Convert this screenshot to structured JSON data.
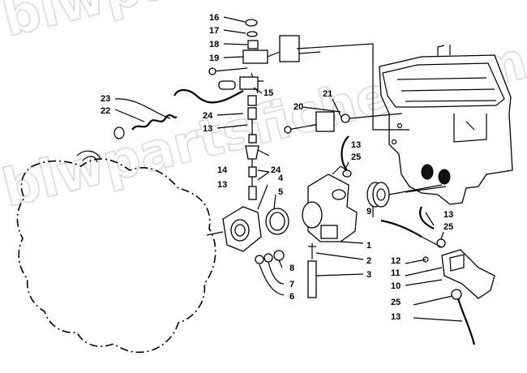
{
  "watermark": {
    "line1": "blwpartsfiche",
    "line2": "blwpartsfiche.com"
  },
  "callouts": [
    {
      "id": "c16",
      "text": "16"
    },
    {
      "id": "c17",
      "text": "17"
    },
    {
      "id": "c18",
      "text": "18"
    },
    {
      "id": "c19",
      "text": "19"
    },
    {
      "id": "c15",
      "text": "15"
    },
    {
      "id": "c21",
      "text": "21"
    },
    {
      "id": "c20",
      "text": "20"
    },
    {
      "id": "c23",
      "text": "23"
    },
    {
      "id": "c22",
      "text": "22"
    },
    {
      "id": "c24a",
      "text": "24"
    },
    {
      "id": "c13a",
      "text": "13"
    },
    {
      "id": "c13b",
      "text": "13"
    },
    {
      "id": "c25a",
      "text": "25"
    },
    {
      "id": "c14",
      "text": "14"
    },
    {
      "id": "c24b",
      "text": "24"
    },
    {
      "id": "c13c",
      "text": "13"
    },
    {
      "id": "c4",
      "text": "4"
    },
    {
      "id": "c5",
      "text": "5"
    },
    {
      "id": "c9",
      "text": "9"
    },
    {
      "id": "c13d",
      "text": "13"
    },
    {
      "id": "c25b",
      "text": "25"
    },
    {
      "id": "c1",
      "text": "1"
    },
    {
      "id": "c2",
      "text": "2"
    },
    {
      "id": "c3",
      "text": "3"
    },
    {
      "id": "c8",
      "text": "8"
    },
    {
      "id": "c7",
      "text": "7"
    },
    {
      "id": "c6",
      "text": "6"
    },
    {
      "id": "c12",
      "text": "12"
    },
    {
      "id": "c11",
      "text": "11"
    },
    {
      "id": "c10",
      "text": "10"
    },
    {
      "id": "c25c",
      "text": "25"
    },
    {
      "id": "c13e",
      "text": "13"
    }
  ]
}
